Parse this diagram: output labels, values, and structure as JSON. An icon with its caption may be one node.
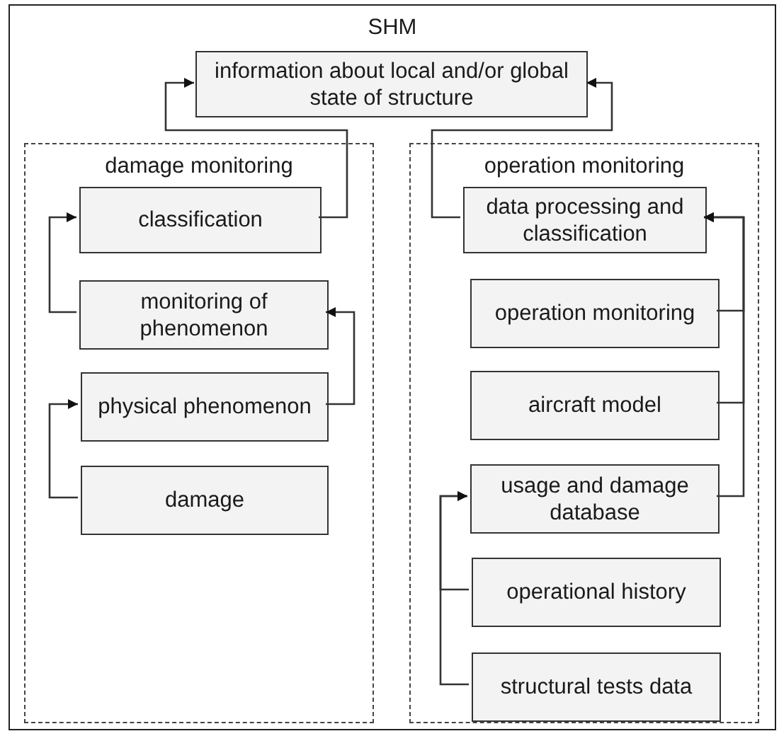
{
  "diagram": {
    "nodes": [
      {
        "text": [
          "SHM"
        ]
      },
      {
        "text": [
          "information about local and/or global state of structure"
        ],
        "in": 0
      },
      {
        "text": [
          "damage monitoring"
        ],
        "in": 0
      },
      {
        "text": [
          "classification"
        ],
        "in": 2
      },
      {
        "text": [
          "monitoring of phenomenon"
        ],
        "in": 2
      },
      {
        "text": [
          "physical phenomenon"
        ],
        "in": 2
      },
      {
        "text": [
          "damage"
        ],
        "in": 2
      },
      {
        "text": [
          "operation monitoring"
        ],
        "in": 0
      },
      {
        "text": [
          "data processing and classification"
        ],
        "in": 7
      },
      {
        "text": [
          "operation monitoring"
        ],
        "in": 7
      },
      {
        "text": [
          "aircraft model"
        ],
        "in": 7
      },
      {
        "text": [
          "usage and damage database"
        ],
        "in": 7
      },
      {
        "text": [
          "operational history"
        ],
        "in": 7
      },
      {
        "text": [
          "structural tests data"
        ],
        "in": 7
      }
    ],
    "edges": [
      {
        "from": 3,
        "to": 1,
        "arrow": "to"
      },
      {
        "from": 8,
        "to": 1,
        "arrow": "to"
      },
      {
        "from": 4,
        "to": 3,
        "arrow": "to"
      },
      {
        "from": 5,
        "to": 4,
        "arrow": "to"
      },
      {
        "from": 6,
        "to": 5,
        "arrow": "to"
      },
      {
        "from": 9,
        "to": 8,
        "arrow": "to"
      },
      {
        "from": 10,
        "to": 8,
        "arrow": "to"
      },
      {
        "from": 11,
        "to": 8,
        "arrow": "to"
      },
      {
        "from": 12,
        "to": 11,
        "arrow": "to"
      },
      {
        "from": 13,
        "to": 11,
        "arrow": "to"
      }
    ]
  }
}
